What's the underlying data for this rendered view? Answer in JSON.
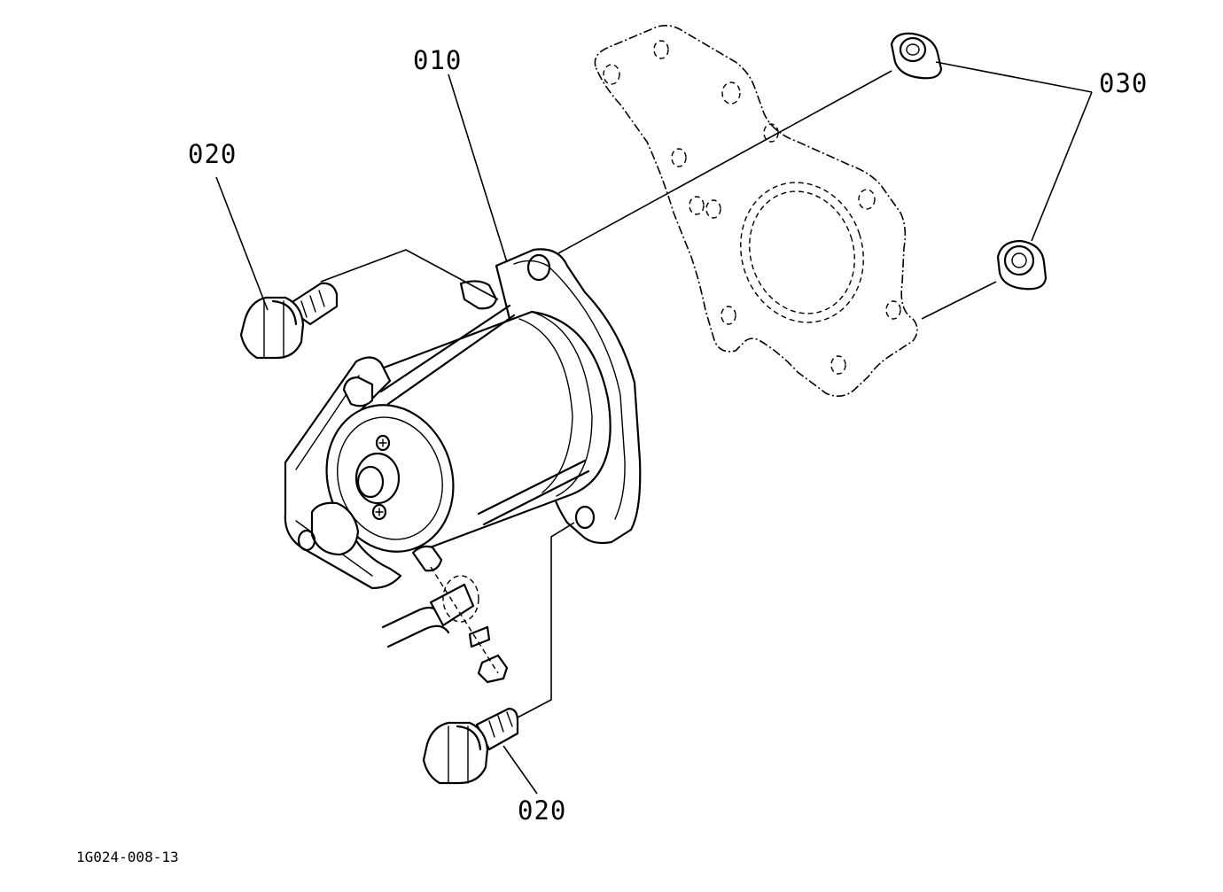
{
  "callouts": {
    "c010": "010",
    "c020_top": "020",
    "c020_bottom": "020",
    "c030": "030"
  },
  "figure_code": "1G024-008-13",
  "colors": {
    "line": "#000000",
    "background": "#ffffff"
  }
}
